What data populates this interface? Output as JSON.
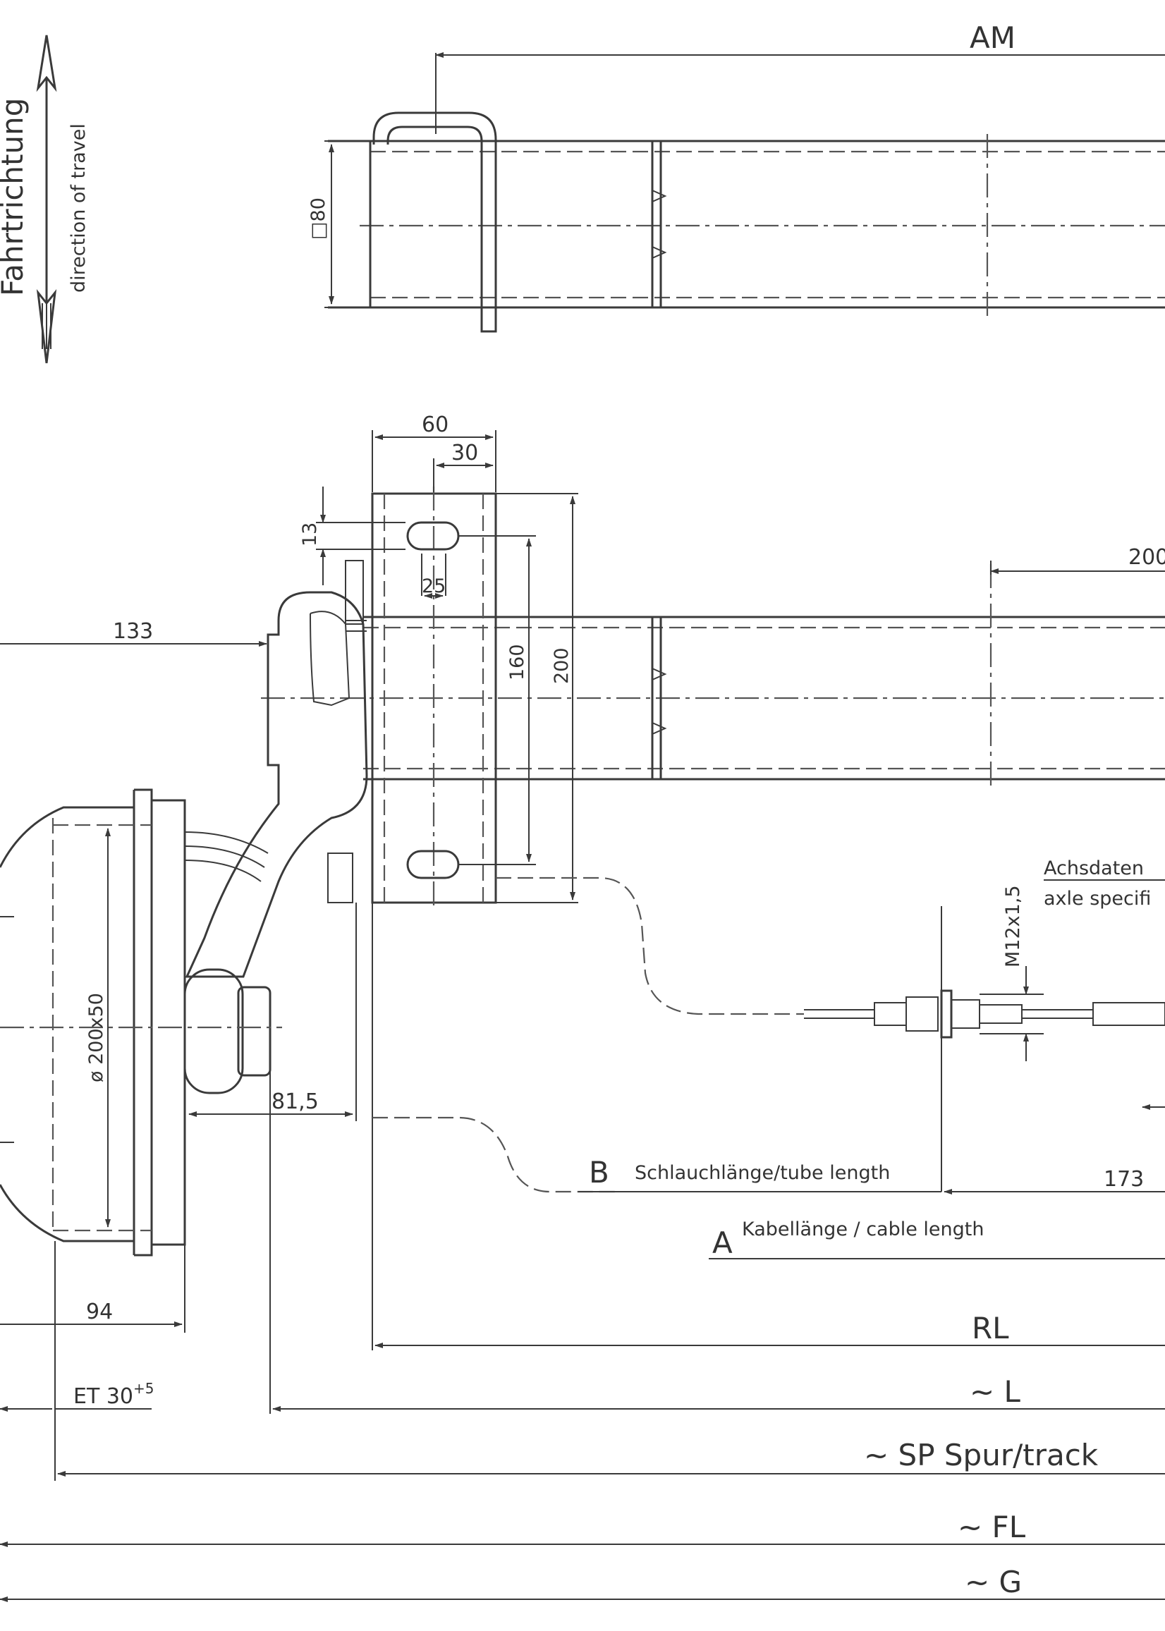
{
  "direction": {
    "de": "Fahrtrichtung",
    "en": "direction of travel"
  },
  "dimensions": {
    "am": "AM",
    "tube_size": "□80",
    "d60": "60",
    "d30": "30",
    "d13": "13",
    "d25": "25",
    "d160": "160",
    "d200": "200",
    "d200_right": "200",
    "d133": "133",
    "drum": "ø 200x50",
    "d81_5": "81,5",
    "d94": "94",
    "et": "ET 30",
    "et_sup": "+5",
    "thread": "M12x1,5",
    "d173": "173",
    "rl": "RL",
    "l": "~ L",
    "sp": "~ SP Spur/track",
    "fl": "~ FL",
    "g": "~ G"
  },
  "labels": {
    "b_letter": "B",
    "tube_length": "Schlauchlänge/tube length",
    "a_letter": "A",
    "cable_length": "Kabellänge / cable length",
    "axle_data_de": "Achsdaten",
    "axle_data_en": "axle specifi"
  }
}
